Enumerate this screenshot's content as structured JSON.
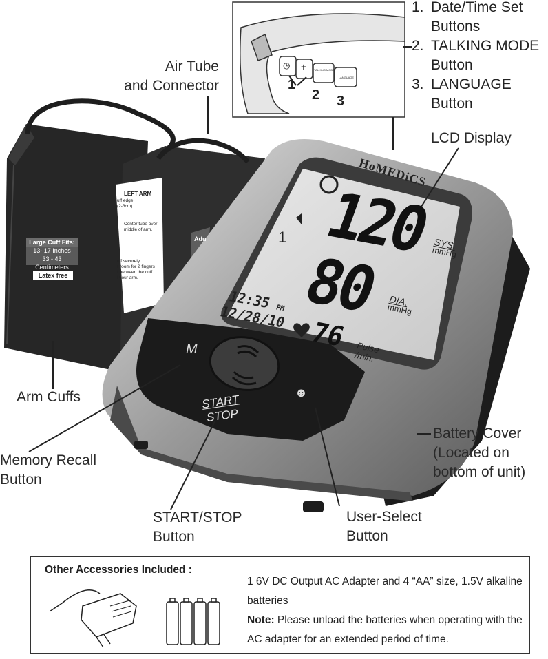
{
  "callouts": {
    "buttons_list": [
      {
        "num": "1.",
        "line1": "Date/Time Set",
        "line2": "Buttons"
      },
      {
        "num": "2.",
        "line1": "TALKING MODE",
        "line2": "Button"
      },
      {
        "num": "3.",
        "line1": "LANGUAGE",
        "line2": "Button"
      }
    ],
    "air_tube": {
      "line1": "Air Tube",
      "line2": "and Connector"
    },
    "lcd_display": "LCD Display",
    "arm_cuffs": "Arm Cuffs",
    "memory_recall": {
      "line1": "Memory Recall",
      "line2": "Button"
    },
    "start_stop": {
      "line1": "START/STOP",
      "line2": "Button"
    },
    "user_select": {
      "line1": "User-Select",
      "line2": "Button"
    },
    "battery_cover": {
      "line1": "Battery Cover",
      "line2": "(Located on",
      "line3": "bottom of unit)"
    }
  },
  "inset": {
    "numbers": [
      "1",
      "2",
      "3"
    ],
    "talking_mode_label": "TALKING MODE",
    "language_label": "LANGUAGE"
  },
  "device": {
    "brand": "HoMEDiCS",
    "systolic": "120",
    "diastolic": "80",
    "pulse": "76",
    "sys_unit_top": "SYS.",
    "sys_unit_bottom": "mmHg",
    "dia_unit_top": "DIA.",
    "dia_unit_bottom": "mmHg",
    "pulse_label": "Pulse",
    "pulse_unit": "/min.",
    "time": "12:35",
    "time_suffix": "PM",
    "date": "12/28/10",
    "user": "1",
    "memory_button": "M",
    "start_label": "START",
    "stop_label": "STOP"
  },
  "cuffs": {
    "large_fit_title": "Large Cuff Fits:",
    "large_fit_inches": "13- 17 Inches",
    "large_fit_cm": "33 - 43 Centimeters",
    "latex_free": "Latex free",
    "left_arm": "LEFT ARM",
    "instr_edge": "uff edge",
    "instr_cm": "(2-3cm)",
    "instr_center": "Center tube over",
    "instr_middle": "middle of arm.",
    "instr_secure": "uff securely,",
    "instr_room": "r room for 2 fingers",
    "instr_between": "t between the cuff",
    "instr_arm": "l your arm.",
    "adult_tab": "Adu"
  },
  "accessories": {
    "title": "Other Accessories Included :",
    "description": "1 6V DC Output AC Adapter and 4 “AA” size, 1.5V alkaline batteries",
    "note_label": "Note:",
    "note_text": " Please unload the batteries when operating with the AC adapter for an extended period of time."
  }
}
